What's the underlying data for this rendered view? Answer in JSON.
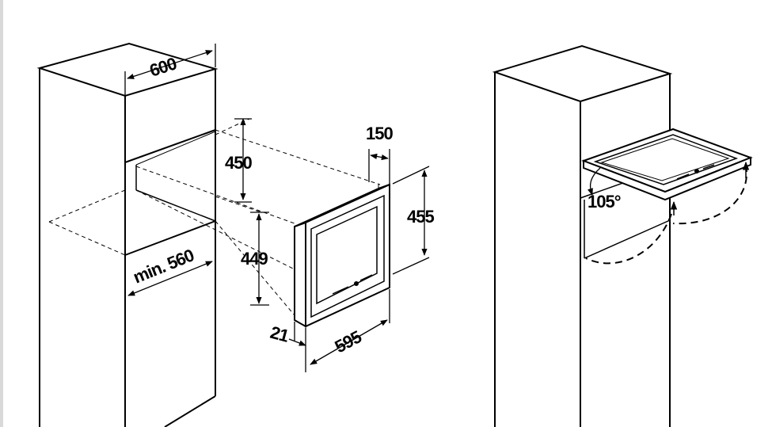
{
  "diagram": {
    "labels": {
      "cabinet_width": "600",
      "niche_height": "450",
      "niche_depth": "min. 560",
      "appliance_depth": "150",
      "appliance_height": "455",
      "front_height": "449",
      "frame_depth": "21",
      "appliance_width": "595",
      "door_angle": "105°"
    }
  }
}
